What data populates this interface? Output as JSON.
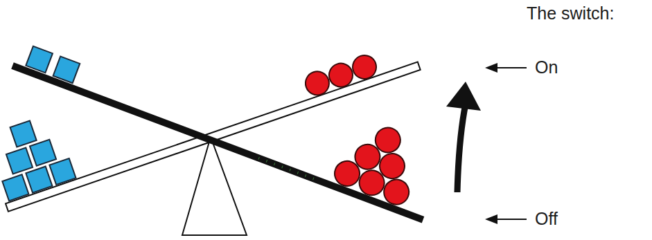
{
  "diagram": {
    "labels": [
      "The switch:",
      "On",
      "Off"
    ]
  }
}
